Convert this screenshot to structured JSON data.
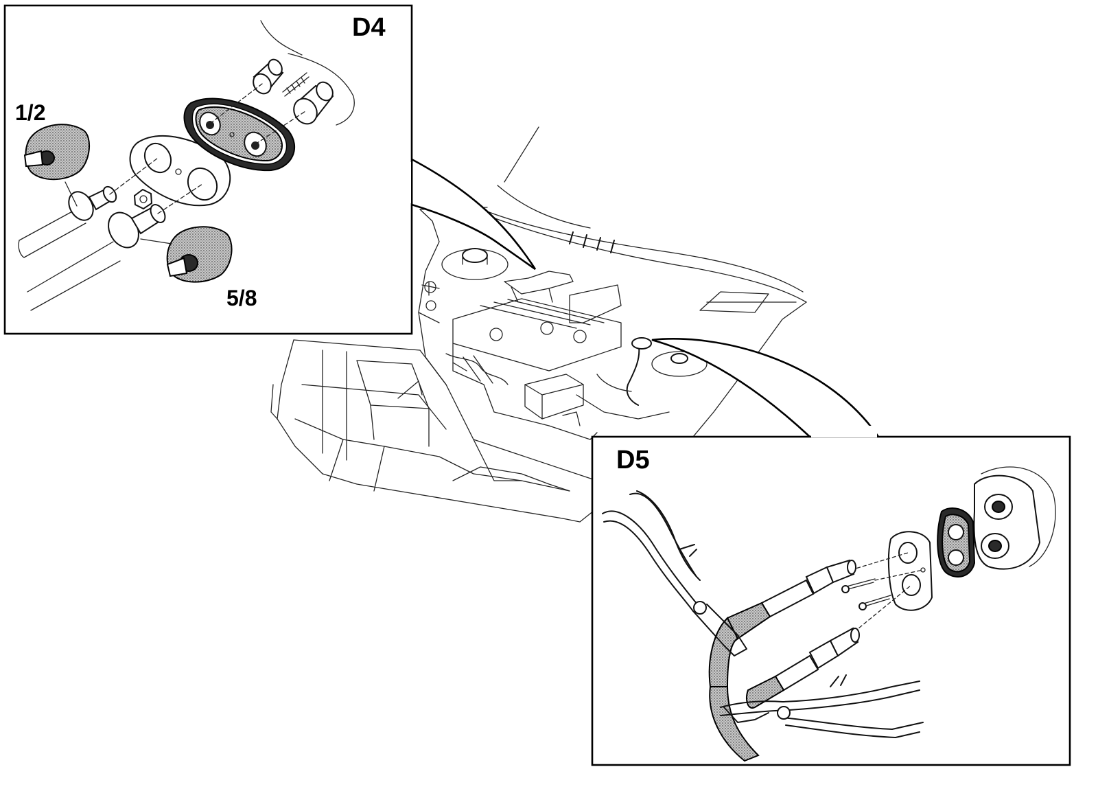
{
  "panels": {
    "d4": {
      "label": "D4",
      "sizes": {
        "small": "1/2",
        "large": "5/8"
      }
    },
    "d5": {
      "label": "D5"
    }
  },
  "colors": {
    "ink": "#000000",
    "paper": "#ffffff",
    "shading": "#9a9a9a"
  }
}
